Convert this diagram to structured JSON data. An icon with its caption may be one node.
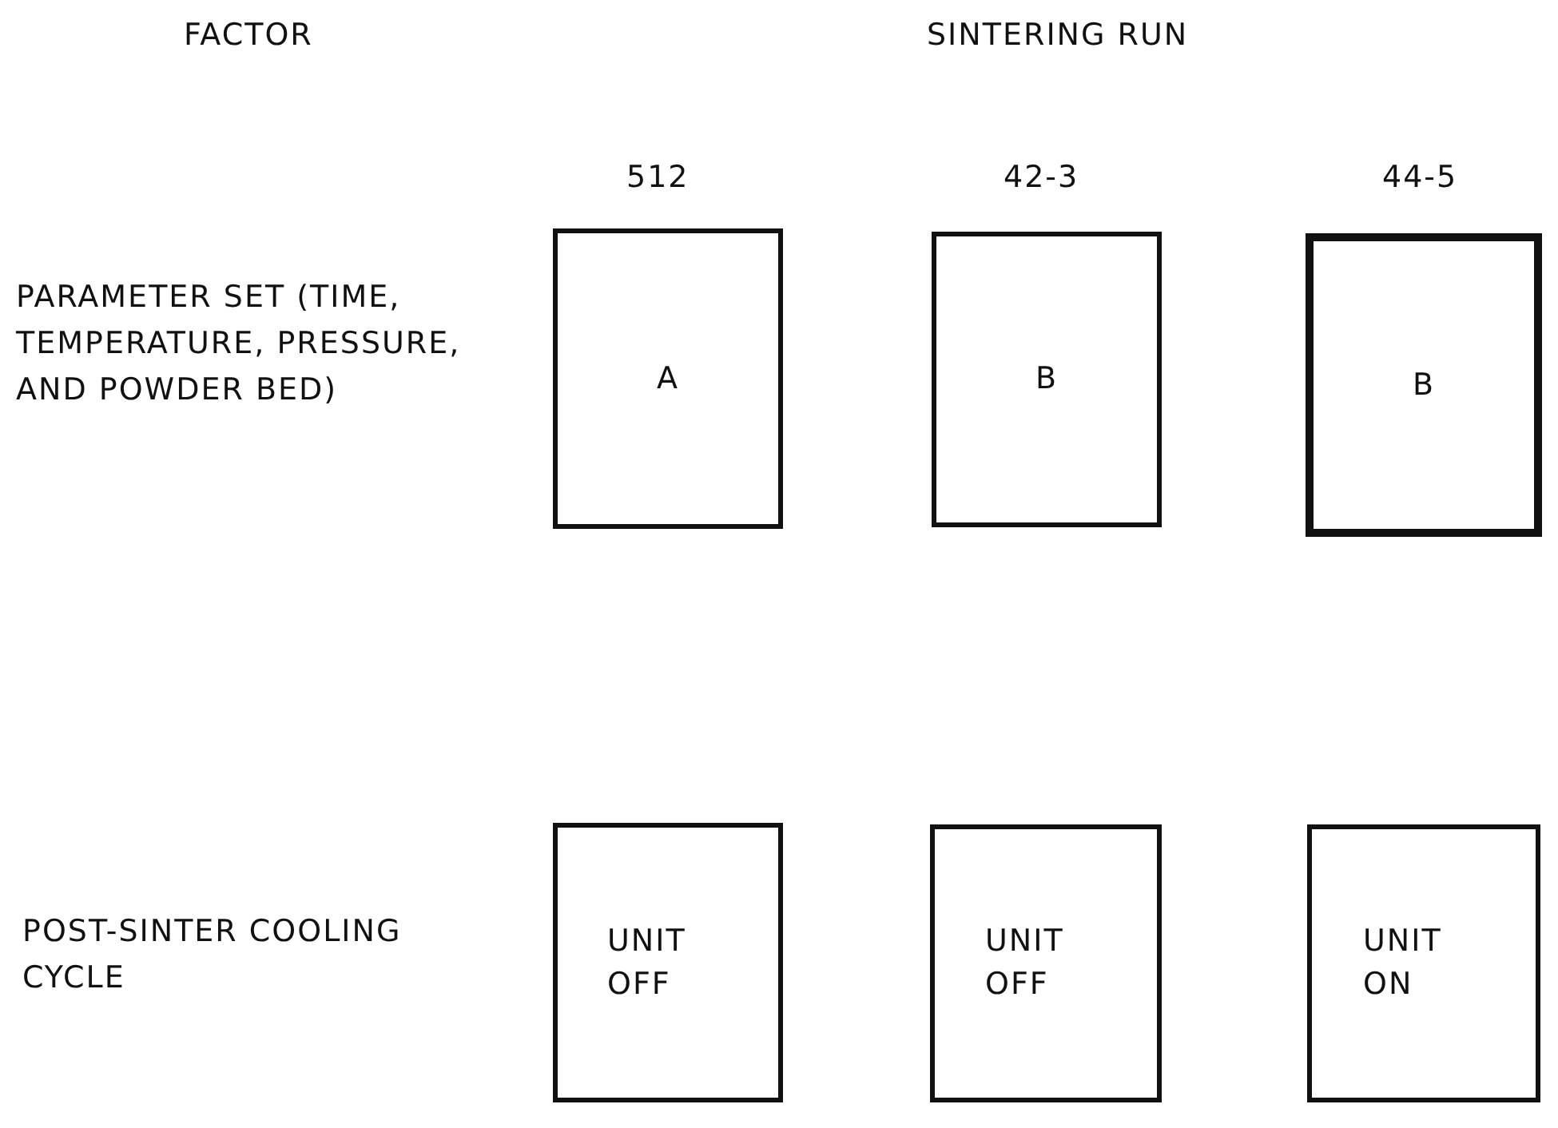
{
  "diagram": {
    "nodes": [
      {
        "text": [
          "A"
        ]
      },
      {
        "text": [
          "B"
        ]
      },
      {
        "text": [
          "B"
        ]
      },
      {
        "text": [
          "UNIT OFF"
        ]
      },
      {
        "text": [
          "UNIT OFF"
        ]
      },
      {
        "text": [
          "UNIT ON"
        ]
      }
    ],
    "edges": [],
    "labels": [
      "FACTOR",
      "SINTERING RUN",
      "512",
      "42-3",
      "44-5",
      "PARAMETER SET (TIME, TEMPERATURE, PRESSURE, AND POWDER BED)",
      "POST-SINTER COOLING CYCLE"
    ]
  }
}
